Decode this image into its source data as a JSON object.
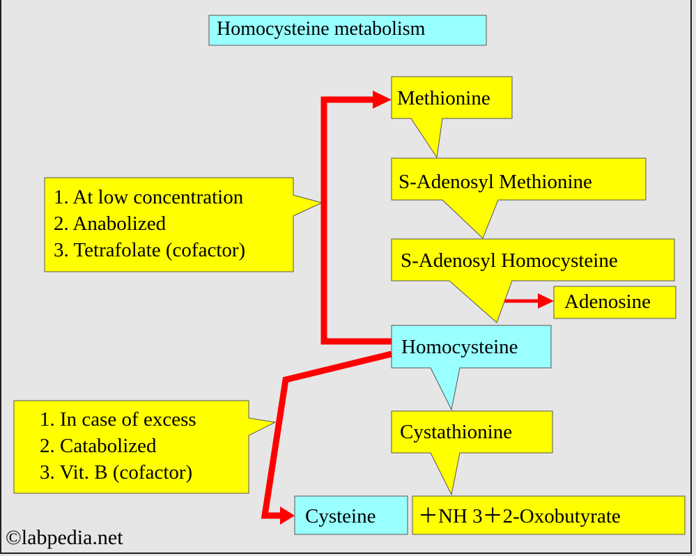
{
  "title": "Homocysteine metabolism",
  "nodes": {
    "methionine": "Methionine",
    "sam": "S-Adenosyl Methionine",
    "sah": "S-Adenosyl Homocysteine",
    "adenosine": "Adenosine",
    "homocysteine": "Homocysteine",
    "cystathionine": "Cystathionine",
    "cysteine": "Cysteine",
    "byproducts": "＋NH 3＋2-Oxobutyrate"
  },
  "notes": {
    "low": [
      "1. At low concentration",
      "2. Anabolized",
      "3. Tetrafolate (cofactor)"
    ],
    "excess": [
      "1. In case of excess",
      "2. Catabolized",
      "3. Vit. B (cofactor)"
    ]
  },
  "watermark": "©labpedia.net",
  "colors": {
    "yellow": "#FFFF00",
    "cyan": "#99FFFF",
    "arrow": "#FF0000",
    "background": "#E6E6E6"
  }
}
